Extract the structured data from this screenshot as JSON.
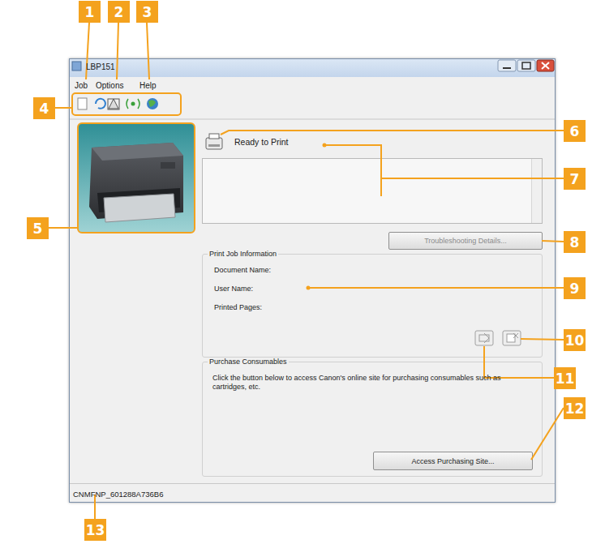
{
  "diagram": {
    "nodes": [
      {
        "text": [
          "LBP151"
        ]
      },
      {
        "text": [
          "Ready to Print"
        ],
        "in": 0
      },
      {
        "text": [
          "Troubleshooting Details..."
        ],
        "in": 0
      },
      {
        "text": [
          "Print Job Information",
          "Document Name:",
          "User Name:",
          "Printed Pages:"
        ],
        "in": 0
      },
      {
        "text": [
          "Purchase Consumables",
          "Click the button below to access Canon's online site for purchasing consumables such as cartridges, etc."
        ],
        "in": 0
      },
      {
        "text": [
          "Access Purchasing Site..."
        ],
        "in": 4
      }
    ],
    "labels": [
      "1",
      "2",
      "3",
      "Job",
      "Options",
      "Help",
      "4",
      "5",
      "6",
      "7",
      "8",
      "9",
      "10",
      "11",
      "12",
      "CNMFNP_601288A736B6",
      "13"
    ]
  }
}
